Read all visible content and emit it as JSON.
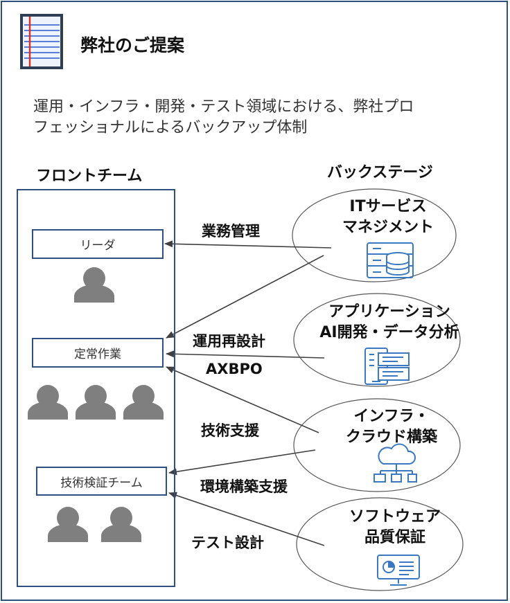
{
  "header": {
    "icon": "notepad-icon",
    "title": "弊社のご提案"
  },
  "subtitle": {
    "line1": "運用・インフラ・開発・テスト領域における、弊社プロ",
    "line2": "フェッショナルによるバックアップ体制"
  },
  "front_team": {
    "heading": "フロントチーム",
    "roles": [
      {
        "label": "リーダ",
        "people_count": 1
      },
      {
        "label": "定常作業",
        "people_count": 3
      },
      {
        "label": "技術検証チーム",
        "people_count": 2
      }
    ]
  },
  "back_stage": {
    "heading": "バックステージ",
    "services": [
      {
        "line1": "ITサービス",
        "line2": "マネジメント",
        "icon": "server-database-icon"
      },
      {
        "line1": "アプリケーション",
        "line2": "AI開発・データ分析",
        "icon": "app-screens-icon"
      },
      {
        "line1": "インフラ・",
        "line2": "クラウド構築",
        "icon": "cloud-network-icon"
      },
      {
        "line1": "ソフトウェア",
        "line2": "品質保証",
        "icon": "monitor-chart-icon"
      }
    ]
  },
  "arrows": [
    {
      "label": "業務管理"
    },
    {
      "label": "運用再設計"
    },
    {
      "label": "AXBPO"
    },
    {
      "label": "技術支援"
    },
    {
      "label": "環境構築支援"
    },
    {
      "label": "テスト設計"
    }
  ],
  "colors": {
    "border": "#2f4f7f",
    "icon_blue": "#3b78c2",
    "person_gray": "#7f7f7f",
    "arrow": "#404040",
    "notepad_red": "#d9302a"
  }
}
